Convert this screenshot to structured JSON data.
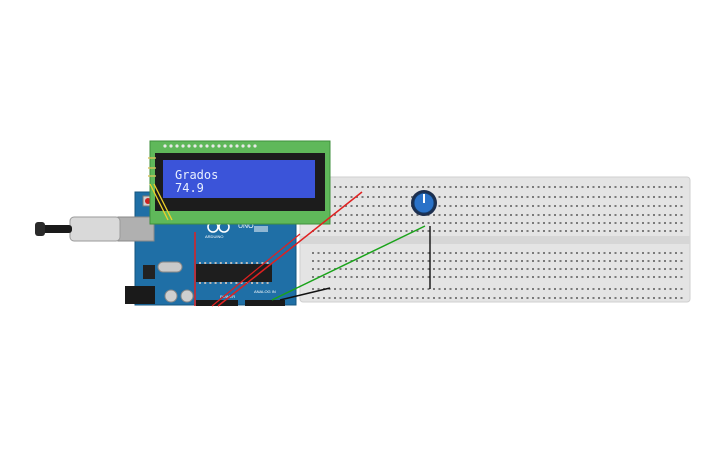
{
  "lcd": {
    "line1": "Grados",
    "line2": "74.9"
  },
  "arduino": {
    "board_label": "UNO",
    "brand_label": "ARDUINO",
    "power_label": "POWER",
    "analog_label": "ANALOG IN"
  },
  "wires": {
    "red": "#e02020",
    "green": "#1aa31a",
    "black": "#111111"
  },
  "colors": {
    "board": "#1f6fa6",
    "breadboard": "#e6e6e6",
    "lcd_screen": "#3b54d9",
    "lcd_pcb": "#5fb85a",
    "pot_knob": "#2a72c8"
  }
}
